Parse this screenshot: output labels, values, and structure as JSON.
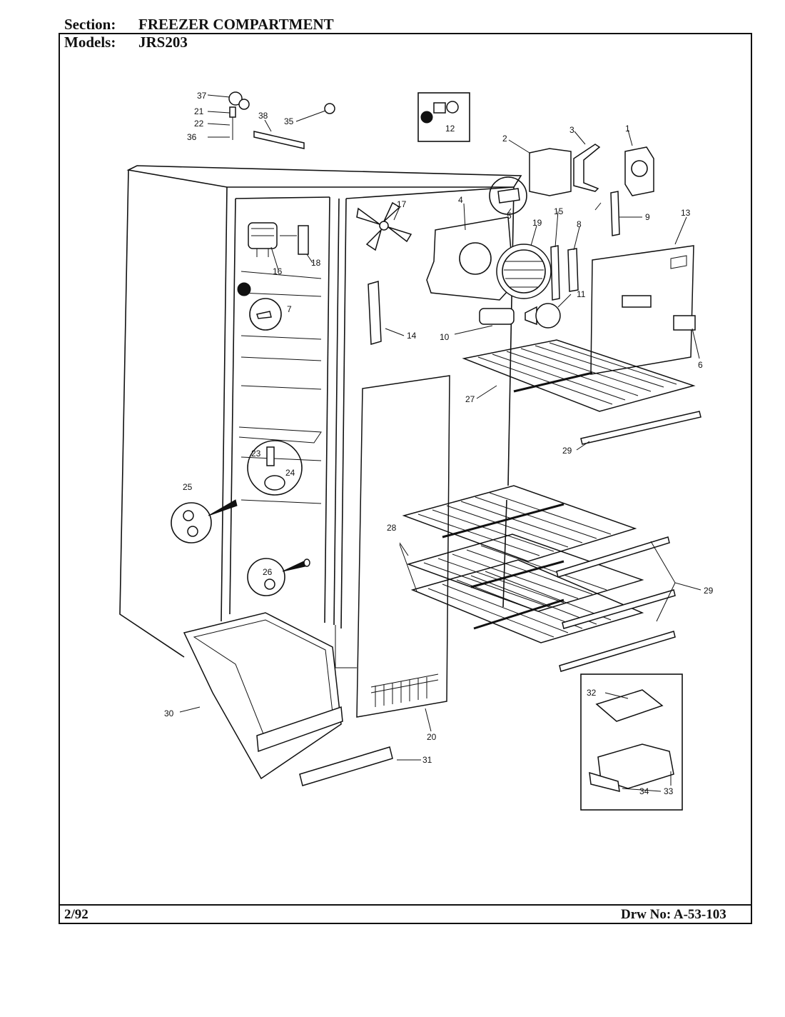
{
  "header": {
    "section_label": "Section:",
    "section_value": "FREEZER COMPARTMENT",
    "models_label": "Models:",
    "models_value": "JRS203"
  },
  "footer": {
    "date": "2/92",
    "drawing_number": "Drw No: A-53-103"
  },
  "callouts": [
    "1",
    "2",
    "3",
    "4",
    "5",
    "6",
    "7",
    "8",
    "9",
    "10",
    "11",
    "12",
    "13",
    "14",
    "15",
    "16",
    "17",
    "18",
    "19",
    "20",
    "21",
    "22",
    "23",
    "24",
    "25",
    "26",
    "27",
    "28",
    "29",
    "30",
    "31",
    "32",
    "33",
    "34",
    "35",
    "36",
    "37",
    "38"
  ]
}
